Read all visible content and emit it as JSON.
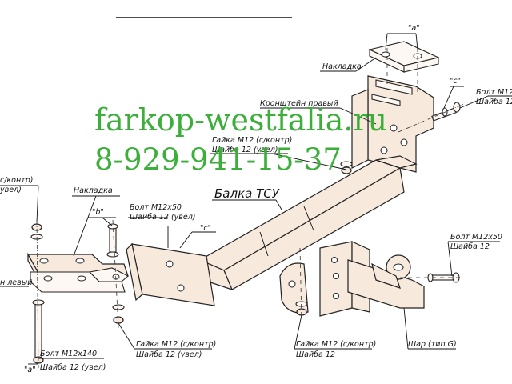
{
  "watermark": {
    "site": "farkop-westfalia.ru",
    "phone": "8-929-941-15-37"
  },
  "labels": {
    "nakladka_top": "Накладка",
    "kronshtein_right": "Кронштейн правый",
    "balka": "Балка ТСУ",
    "nakladka_left": "Накладка",
    "kronshtein_left_fragment": "н левый",
    "gaika_top_left_fragment": "с/контр)",
    "shaiba_top_left_fragment": "увел)",
    "callout_a_top": "\"а\"",
    "callout_c_top": "\"с\"",
    "callout_b": "\"b\"",
    "callout_c_mid": "\"с\"",
    "callout_a_bottom": "\"а\"",
    "bolt_right_top_1": "Болт М12",
    "bolt_right_top_2": "Шайба 12",
    "gaika_mid_1": "Гайка М12 (с/контр)",
    "gaika_mid_2": "Шайба 12 (увел)",
    "bolt_b_1": "Болт М12х50",
    "bolt_b_2": "Шайба 12 (увел)",
    "bolt_ball_1": "Болт М12х50",
    "bolt_ball_2": "Шайба 12",
    "gaika_bottom_left_1": "Гайка М12 (с/контр)",
    "gaika_bottom_left_2": "Шайба 12 (увел)",
    "gaika_bottom_mid_1": "Гайка М12 (с/контр)",
    "gaika_bottom_mid_2": "Шайба 12",
    "bolt_long_1": "Болт М12х140",
    "bolt_long_2": "Шайба 12 (увел)",
    "shar": "Шар (тип G)"
  }
}
